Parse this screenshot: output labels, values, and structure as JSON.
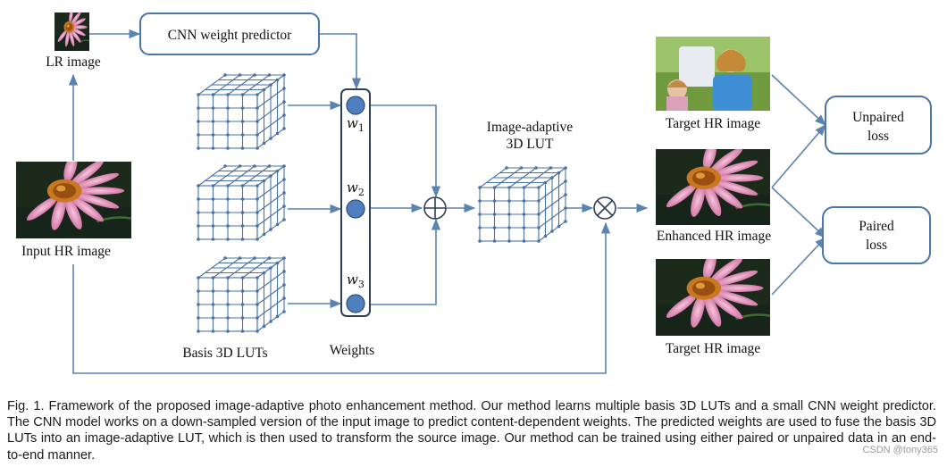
{
  "labels": {
    "lr_image": "LR image",
    "cnn_weight_predictor": "CNN weight predictor",
    "input_hr_image": "Input HR image",
    "basis_3d_luts": "Basis 3D LUTs",
    "weights": "Weights",
    "weight_symbol": "w",
    "weight_subscripts": [
      "1",
      "2",
      "3"
    ],
    "image_adaptive_line1": "Image-adaptive",
    "image_adaptive_line2": "3D LUT",
    "target_hr_image_top": "Target HR image",
    "enhanced_hr_image": "Enhanced HR image",
    "target_hr_image_bottom": "Target HR image",
    "unpaired_loss_line1": "Unpaired",
    "unpaired_loss_line2": "loss",
    "paired_loss_line1": "Paired",
    "paired_loss_line2": "loss"
  },
  "caption": "Fig. 1. Framework of the proposed image-adaptive photo enhancement method. Our method learns multiple basis 3D LUTs and a small CNN weight predictor. The CNN model works on a down-sampled version of the input image to predict content-dependent weights. The predicted weights are used to fuse the basis 3D LUTs into an image-adaptive LUT, which is then used to transform the source image. Our method can be trained using either paired or unpaired data in an end-to-end manner.",
  "watermark": "CSDN @tony365",
  "colors": {
    "line": "#5b83b0",
    "box_border": "#4a76a8",
    "node_fill": "#4f7fbe",
    "lut_line": "#4a72a6"
  }
}
